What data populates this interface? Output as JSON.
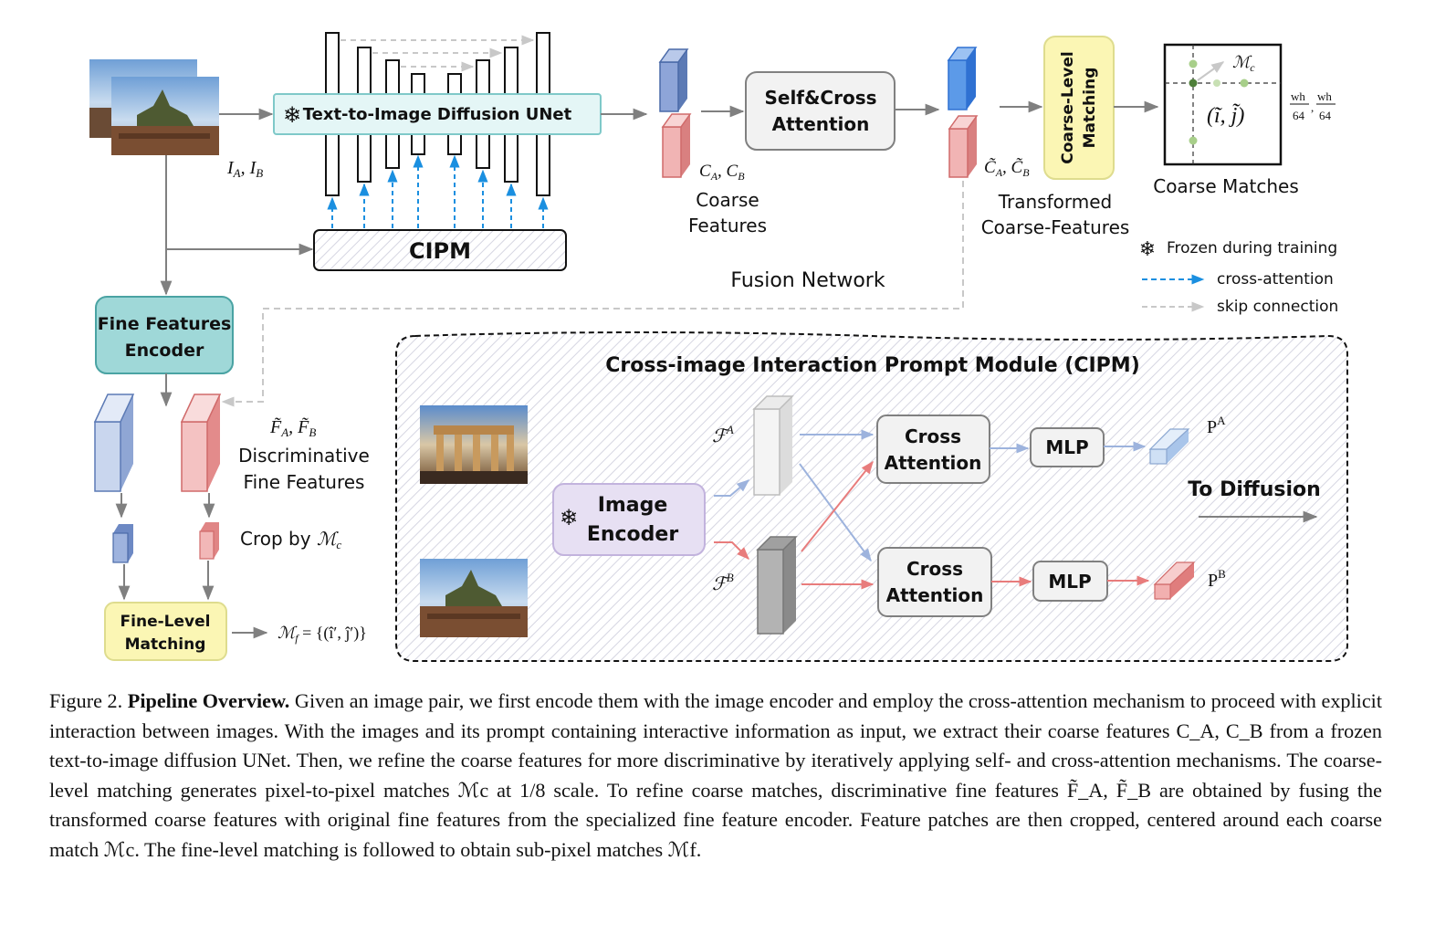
{
  "diagram": {
    "inputs_label": "I_A, I_B",
    "unet_label": "Text-to-Image Diffusion UNet",
    "cipm_label": "CIPM",
    "coarse_label": "C_A, C_B",
    "coarse_features": [
      "Coarse",
      "Features"
    ],
    "self_cross_attention": [
      "Self&Cross",
      "Attention"
    ],
    "transformed_label": "C̃_A, C̃_B",
    "transformed_features": [
      "Transformed",
      "Coarse-Features"
    ],
    "coarse_level_matching": [
      "Coarse-Level",
      "Matching"
    ],
    "coarse_matches_label": "Coarse Matches",
    "mc_symbol": "Mc",
    "ij_symbol": "(ĩ, j̃)",
    "scale_fraction": "wh/64, wh/64",
    "fusion_network": "Fusion Network",
    "fine_features_encoder": [
      "Fine Features",
      "Encoder"
    ],
    "fine_features_symbol": "F̃_A, F̃_B",
    "discriminative_fine_features": [
      "Discriminative",
      "Fine Features"
    ],
    "crop_by": "Crop by ℳc",
    "fine_level_matching": [
      "Fine-Level",
      "Matching"
    ],
    "mf_formula": "ℳf = {(î′, ĵ′)}",
    "legend": {
      "frozen": "Frozen during training",
      "cross_attention": "cross-attention",
      "skip_connection": "skip connection"
    },
    "cipm_module": {
      "title": "Cross-image Interaction Prompt Module (CIPM)",
      "image_encoder": [
        "Image",
        "Encoder"
      ],
      "fa_symbol": "ℱA",
      "fb_symbol": "ℱB",
      "cross_attention": [
        "Cross",
        "Attention"
      ],
      "mlp": "MLP",
      "pa_symbol": "PA",
      "pb_symbol": "PB",
      "to_diffusion": "To Diffusion"
    },
    "colors": {
      "blue_feature": "#7f96cc",
      "red_feature": "#e89a9a",
      "unet_box": "#e4f6f6",
      "fine_encoder": "#9fd8d8",
      "matching_yellow": "#fbf6b4",
      "image_encoder": "#e7e0f3",
      "cross_arrow": "#1a8fe0",
      "skip_arrow": "#c8c8c8"
    }
  },
  "caption": {
    "figure_num": "Figure 2.",
    "title": "Pipeline Overview.",
    "text": "Given an image pair, we first encode them with the image encoder and employ the cross-attention mechanism to proceed with explicit interaction between images. With the images and its prompt containing interactive information as input, we extract their coarse features C_A, C_B from a frozen text-to-image diffusion UNet. Then, we refine the coarse features for more discriminative by iteratively applying self- and cross-attention mechanisms. The coarse-level matching generates pixel-to-pixel matches ℳc at 1/8 scale. To refine coarse matches, discriminative fine features F̃_A, F̃_B are obtained by fusing the transformed coarse features with original fine features from the specialized fine feature encoder. Feature patches are then cropped, centered around each coarse match ℳc. The fine-level matching is followed to obtain sub-pixel matches ℳf."
  }
}
